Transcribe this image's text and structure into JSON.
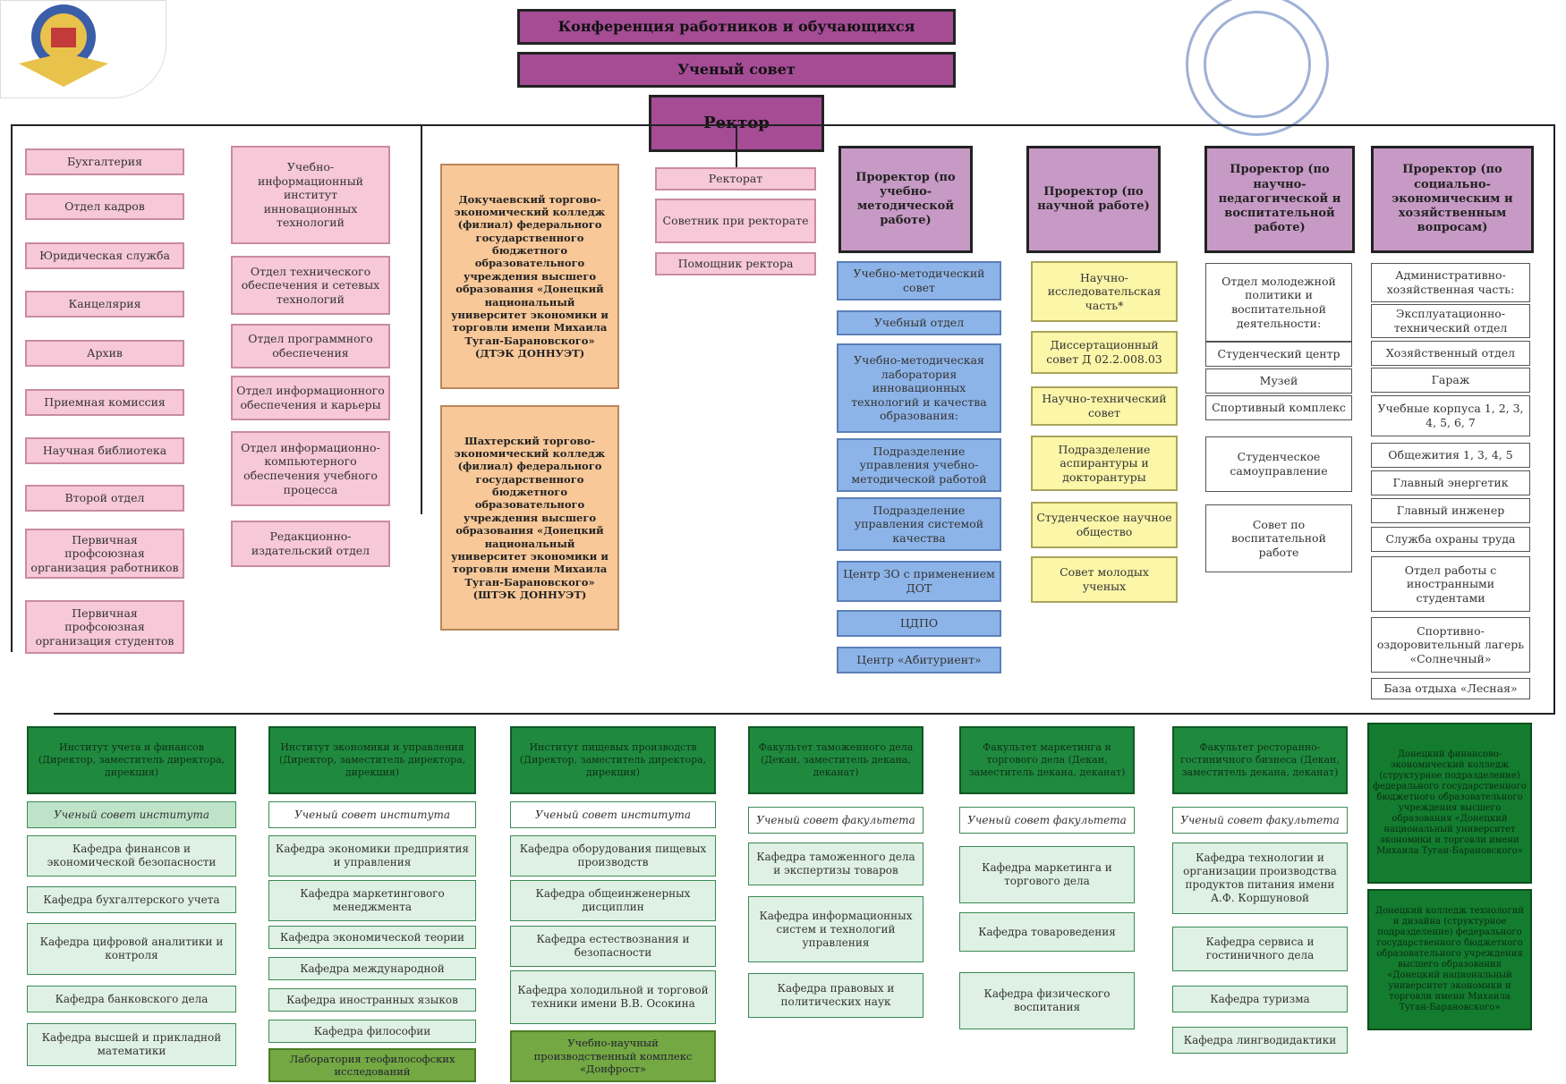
{
  "top": {
    "conference": "Конференция работников и обучающихся",
    "council": "Ученый совет",
    "rector": "Ректор"
  },
  "col_admin": [
    "Бухгалтерия",
    "Отдел кадров",
    "Юридическая служба",
    "Канцелярия",
    "Архив",
    "Приемная комиссия",
    "Научная библиотека",
    "Второй отдел",
    "Первичная профсоюзная организация работников",
    "Первичная профсоюзная организация студентов"
  ],
  "col_it": [
    "Учебно-информационный институт инновационных технологий",
    "Отдел технического обеспечения и сетевых технологий",
    "Отдел программного обеспечения",
    "Отдел информационного обеспечения и карьеры",
    "Отдел информационно-компьютерного обеспечения учебного процесса",
    "Редакционно-издательский отдел"
  ],
  "colleges": [
    "Докучаевский торгово-экономический колледж (филиал) федерального государственного бюджетного образовательного учреждения высшего образования «Донецкий национальный университет экономики и торговли имени Михаила Туган-Барановского» (ДТЭК ДОННУЭТ)",
    "Шахтерский торгово-экономический колледж (филиал) федерального государственного бюджетного образовательного учреждения высшего образования «Донецкий национальный университет экономики и торговли имени Михаила Туган-Барановского» (ШТЭК ДОННУЭТ)"
  ],
  "rectorate": [
    "Ректорат",
    "Советник при ректорате",
    "Помощник ректора"
  ],
  "prorectors": [
    "Проректор (по учебно-методической работе)",
    "Проректор (по научной работе)",
    "Проректор (по научно-педагогической и воспитательной работе)",
    "Проректор (по социально-экономическим и хозяйственным вопросам)"
  ],
  "col_edu": [
    "Учебно-методический совет",
    "Учебный отдел",
    "Учебно-методическая лаборатория инновационных технологий и качества образования:",
    "Подразделение управления учебно-методической работой",
    "Подразделение управления системой качества",
    "Центр ЗО с применением ДОТ",
    "ЦДПО",
    "Центр «Абитуриент»"
  ],
  "col_sci": [
    "Научно-исследовательская часть*",
    "Диссертационный совет Д 02.2.008.03",
    "Научно-технический совет",
    "Подразделение аспирантуры и докторантуры",
    "Студенческое научное общество",
    "Совет молодых ученых"
  ],
  "col_ped": [
    "Отдел молодежной политики и воспитательной деятельности:",
    "Студенческий центр",
    "Музей",
    "Спортивный комплекс",
    "Студенческое самоуправление",
    "Совет по воспитательной работе"
  ],
  "col_soc": [
    "Административно-хозяйственная часть:",
    "Эксплуатационно-технический отдел",
    "Хозяйственный отдел",
    "Гараж",
    "Учебные корпуса 1, 2, 3, 4, 5, 6, 7",
    "Общежития 1, 3, 4, 5",
    "Главный энергетик",
    "Главный инженер",
    "Служба охраны труда",
    "Отдел работы с иностранными студентами",
    "Спортивно-оздоровительный лагерь «Солнечный»",
    "База отдыха «Лесная»"
  ],
  "institutes": [
    {
      "head": "Институт учета и финансов (Директор, заместитель директора, дирекция)",
      "items": [
        "Ученый совет института",
        "Кафедра финансов и экономической безопасности",
        "Кафедра бухгалтерского учета",
        "Кафедра цифровой аналитики и контроля",
        "Кафедра банковского дела",
        "Кафедра высшей и прикладной математики"
      ]
    },
    {
      "head": "Институт экономики и управления (Директор, заместитель директора, дирекция)",
      "items": [
        "Ученый совет института",
        "Кафедра экономики предприятия и управления",
        "Кафедра маркетингового менеджмента",
        "Кафедра экономической теории",
        "Кафедра международной",
        "Кафедра иностранных языков",
        "Кафедра философии"
      ],
      "lab": "Лаборатория теофилософских исследований"
    },
    {
      "head": "Институт пищевых производств (Директор, заместитель директора, дирекция)",
      "items": [
        "Ученый совет института",
        "Кафедра оборудования пищевых производств",
        "Кафедра общеинженерных дисциплин",
        "Кафедра естествознания и безопасности",
        "Кафедра холодильной и торговой техники имени В.В. Осокина"
      ],
      "lab": "Учебно-научный производственный комплекс «Донфрост»"
    },
    {
      "head": "Факультет таможенного дела (Декан, заместитель декана, деканат)",
      "items": [
        "Ученый совет факультета",
        "Кафедра таможенного дела и экспертизы товаров",
        "Кафедра информационных систем и технологий управления",
        "Кафедра правовых и политических наук"
      ]
    },
    {
      "head": "Факультет маркетинга и торгового дела (Декан, заместитель декана, деканат)",
      "items": [
        "Ученый совет факультета",
        "Кафедра маркетинга и торгового дела",
        "Кафедра товароведения",
        "Кафедра физического воспитания"
      ]
    },
    {
      "head": "Факультет ресторанно-гостиничного бизнеса (Декан, заместитель декана, деканат)",
      "items": [
        "Ученый совет факультета",
        "Кафедра технологии и организации производства продуктов питания имени А.Ф. Коршуновой",
        "Кафедра сервиса и гостиничного дела",
        "Кафедра туризма",
        "Кафедра лингводидактики"
      ]
    }
  ],
  "far_right": [
    "Донецкий финансово-экономический колледж (структурное подразделение) федерального государственного бюджетного образовательного учреждения высшего образования «Донецкий национальный университет экономики и торговли имени Михаила Туган-Барановского»",
    "Донецкий колледж технологий и дизайна (структурное подразделение) федерального государственного бюджетного образовательного учреждения высшего образования «Донецкий национальный университет экономики и торговли имени Михаила Туган-Барановского»"
  ]
}
